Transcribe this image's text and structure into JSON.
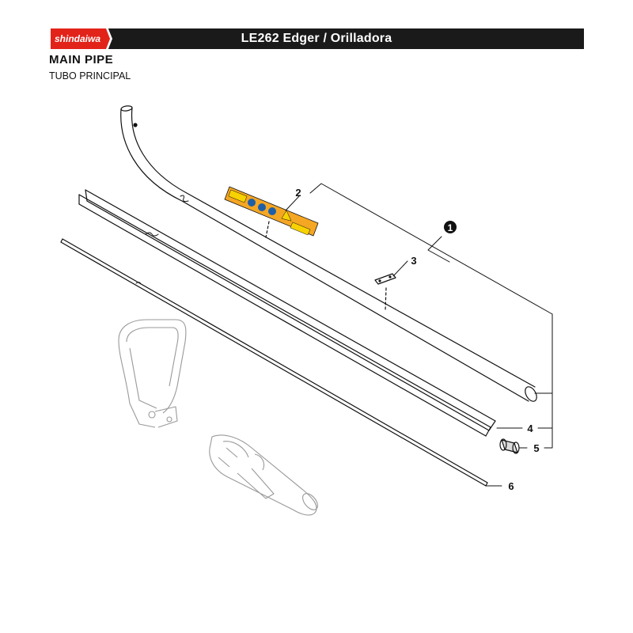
{
  "header": {
    "brand": "shindaiwa",
    "title": "LE262 Edger / Orilladora",
    "accent_color": "#e2231a",
    "bar_color": "#1a1a1a"
  },
  "section": {
    "title": "MAIN PIPE",
    "subtitle": "TUBO PRINCIPAL"
  },
  "callouts": {
    "assembly": "1",
    "label_decal": "2",
    "plate": "3",
    "liner": "4",
    "bushing": "5",
    "drive_shaft": "6"
  },
  "warning_label_colors": {
    "background": "#f5a623",
    "icon_blue": "#1f5fa8",
    "icon_yellow": "#f7d200"
  }
}
